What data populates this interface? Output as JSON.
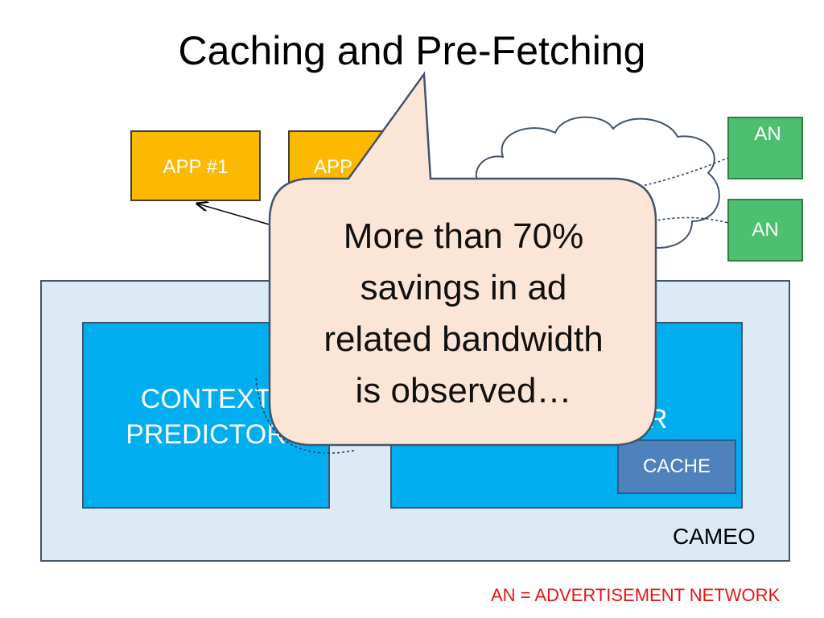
{
  "slide": {
    "title": "Caching and Pre-Fetching"
  },
  "apps": [
    {
      "label": "APP #1"
    },
    {
      "label": "APP"
    }
  ],
  "ad_networks": [
    {
      "label": "AN"
    },
    {
      "label": "AN"
    }
  ],
  "cameo": {
    "label": "CAMEO",
    "modules": {
      "context_predictor": {
        "label_line1": "CONTEXT",
        "label_line2": "PREDICTOR"
      },
      "right_module": {
        "label": "R"
      },
      "cache": {
        "label": "CACHE"
      }
    }
  },
  "callout": {
    "line1": "More than 70%",
    "line2": "savings in ad",
    "line3": "related bandwidth",
    "line4": "is observed…"
  },
  "footnote": "AN = ADVERTISEMENT NETWORK",
  "colors": {
    "app": "#fbb900",
    "an": "#4cbf70",
    "cameo_bg": "#dbeaf4",
    "module": "#00aeef",
    "cache": "#4f81bd",
    "callout": "#fbe5d6",
    "footnote": "#e81416"
  }
}
